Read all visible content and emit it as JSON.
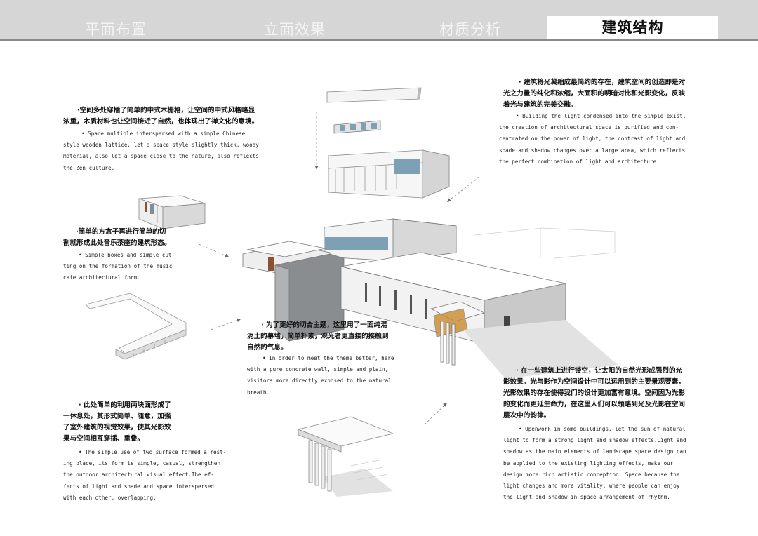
{
  "nav": {
    "tabs": [
      {
        "label": "平面布置"
      },
      {
        "label": "立面效果"
      },
      {
        "label": "材质分析"
      },
      {
        "label": "建筑结构"
      }
    ],
    "active_index": 3
  },
  "text_blocks": {
    "top_left": {
      "zh": [
        "·空间多处穿插了简单的中式木栅格，让空间的中式风格略显",
        "浓重，木质材料也让空间接近了自然，也体现出了禅文化的意境。"
      ],
      "en": [
        "• Space multiple interspersed with a simple Chinese",
        "style wooden lattice, let a space style slightly thick, woody",
        "material, also let a space close to the nature, also reflects",
        "the Zen culture."
      ]
    },
    "mid_left": {
      "zh": [
        "·简单的方盒子再进行简单的切",
        "割就形成此处音乐茶座的建筑形态。"
      ],
      "en": [
        "• Simple boxes and simple cut-",
        "ting on the formation of the music",
        "cafe architectural form."
      ]
    },
    "bottom_left": {
      "zh": [
        "· 此处简单的利用两块面形成了",
        "一休息处，其形式简单、随意，加强",
        "了室外建筑的视觉效果，使其光影效",
        "果与空间相互穿插、重叠。"
      ],
      "en": [
        "• The simple use of two surface formed a rest-",
        "ing place, its form is simple, casual, strengthen",
        "the outdoor architectural visual effect.The ef-",
        "fects of light and shade and space interspersed",
        "with each other, overlapping."
      ]
    },
    "center": {
      "zh": [
        "· 为了更好的切合主题，这里用了一面纯混",
        "泥土的幕墙，简单朴素，观光者更直接的接触到",
        "自然的气息。"
      ],
      "en": [
        "• In order to meet the theme better, here",
        "with a pure concrete wall, simple and plain,",
        "visitors more directly exposed to the natural",
        "breath."
      ]
    },
    "top_right": {
      "zh": [
        "· 建筑将光凝缩成最简约的存在，建筑空间的创造即是对",
        "光之力量的纯化和浓缩，大面积的明暗对比和光影变化，反映",
        "着光与建筑的完美交融。"
      ],
      "en": [
        "• Building the light condensed into the simple exist,",
        "the creation of architectural space is purified and con-",
        "centrated on the power of light, the contrast of light and",
        "shade and shadow changes over a large area, which reflects",
        "the perfect combination of light and architecture."
      ]
    },
    "bottom_right": {
      "zh": [
        "· 在一些建筑上进行镂空，让太阳的自然光形成强烈的光",
        "影效果。光与影作为空间设计中可以运用到的主要景观要素，",
        "光影效果的存在使得我们的设计更加富有意境。空间因为光影",
        "的变化而更延生命力，在这里人们可以领略到光及光影在空间",
        "层次中的韵律。"
      ],
      "en": [
        "• Openwork in some buildings, let the sun of natural",
        "light to form a strong light and shadow effects.Light and",
        "shadow as the main elements of landscape space design can",
        "be applied to the existing lighting effects, make our",
        "design more rich artistic conception. Space because the",
        "light changes and more vitality, where people can enjoy",
        "the light and shadow in space arrangement of rhythm."
      ]
    }
  }
}
